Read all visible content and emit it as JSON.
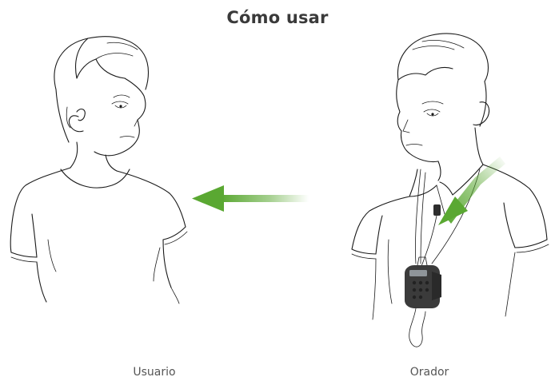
{
  "title": "Cómo usar",
  "captions": {
    "listener": "Usuario",
    "speaker": "Orador"
  },
  "colors": {
    "arrow": "#5aa832",
    "device": "#3b3b3b",
    "text": "#3a3a3a"
  }
}
